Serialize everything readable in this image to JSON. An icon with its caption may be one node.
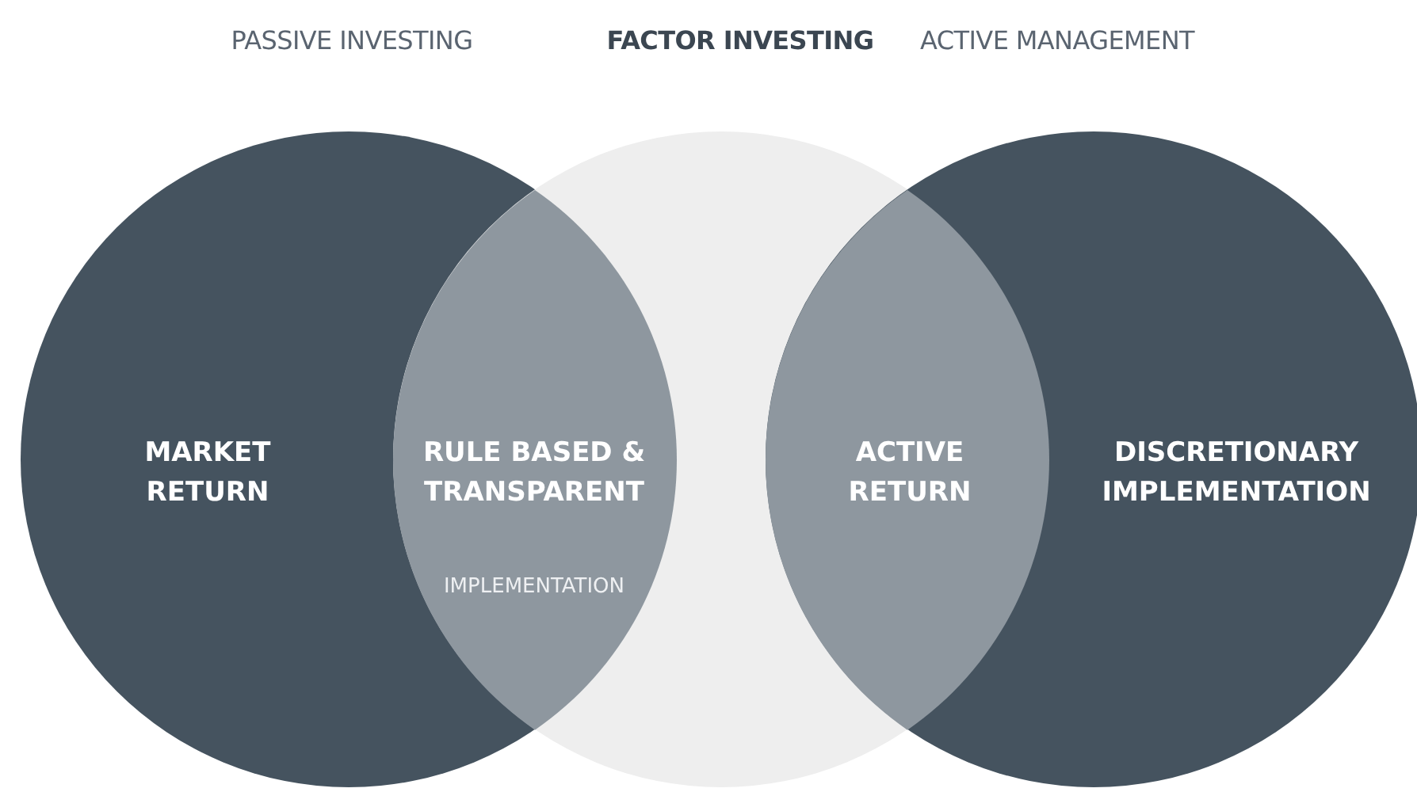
{
  "diagram": {
    "nodes": [
      {
        "text": [
          "MARKET RETURN"
        ]
      },
      {
        "text": [],
        "shape": "circle"
      },
      {
        "text": [
          "DISCRETIONARY IMPLEMENTATION"
        ]
      },
      {
        "text": [
          "RULE BASED & TRANSPARENT",
          "IMPLEMENTATION"
        ]
      },
      {
        "text": [
          "ACTIVE RETURN"
        ]
      }
    ],
    "edges": [],
    "labels": [
      "PASSIVE INVESTING",
      "FACTOR INVESTING",
      "ACTIVE MANAGEMENT"
    ]
  }
}
